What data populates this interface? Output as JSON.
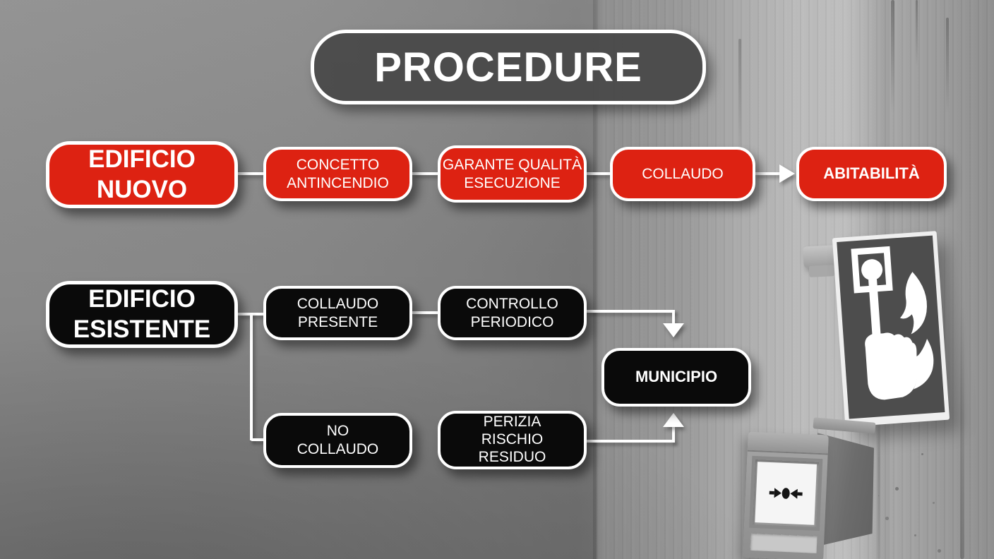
{
  "title": {
    "text": "PROCEDURE"
  },
  "colors": {
    "red": "#dd2212",
    "black": "#0a0a0a",
    "connector": "#ffffff",
    "title_bg": "#4a4a4a"
  },
  "new_building_flow": {
    "nodes": [
      {
        "id": "edificio-nuovo",
        "label": "EDIFICIO\nNUOVO"
      },
      {
        "id": "concetto-antincendio",
        "label": "CONCETTO\nANTINCENDIO"
      },
      {
        "id": "garante-qualita-esecuzione",
        "label": "GARANTE QUALITÀ\nESECUZIONE"
      },
      {
        "id": "collaudo",
        "label": "COLLAUDO"
      },
      {
        "id": "abitabilita",
        "label": "ABITABILITÀ"
      }
    ]
  },
  "existing_building_flow": {
    "root": {
      "id": "edificio-esistente",
      "label": "EDIFICIO\nESISTENTE"
    },
    "path_with_collaudo": [
      {
        "id": "collaudo-presente",
        "label": "COLLAUDO\nPRESENTE"
      },
      {
        "id": "controllo-periodico",
        "label": "CONTROLLO\nPERIODICO"
      }
    ],
    "path_without_collaudo": [
      {
        "id": "no-collaudo",
        "label": "NO\nCOLLAUDO"
      },
      {
        "id": "perizia-rischio-residuo",
        "label": "PERIZIA\nRISCHIO\nRESIDUO"
      }
    ],
    "destination": {
      "id": "municipio",
      "label": "MUNICIPIO"
    }
  }
}
